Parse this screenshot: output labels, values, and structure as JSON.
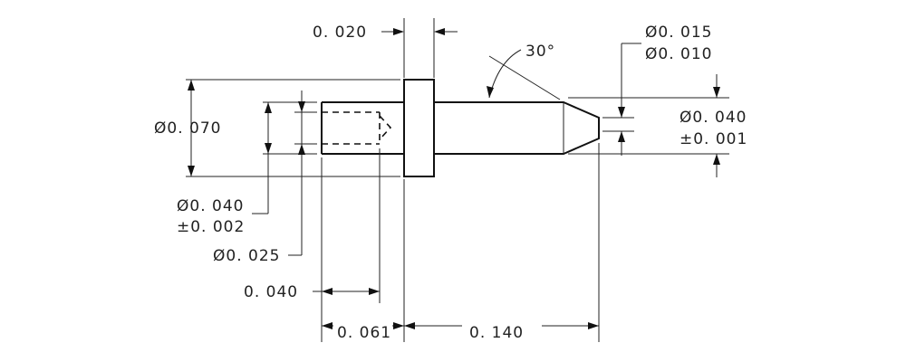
{
  "dimensions": {
    "flange_thickness": "0. 020",
    "tip_diameter_max": "Ø0. 015",
    "tip_diameter_min": "Ø0. 010",
    "chamfer_angle": "30°",
    "flange_diameter": "Ø0. 070",
    "pin_diameter": "Ø0. 040",
    "pin_tolerance": "±0. 001",
    "tail_diameter": "Ø0. 040",
    "tail_tolerance": "±0. 002",
    "bore_diameter": "Ø0. 025",
    "bore_depth": "0. 040",
    "tail_length": "0. 061",
    "pin_length": "0. 140"
  }
}
